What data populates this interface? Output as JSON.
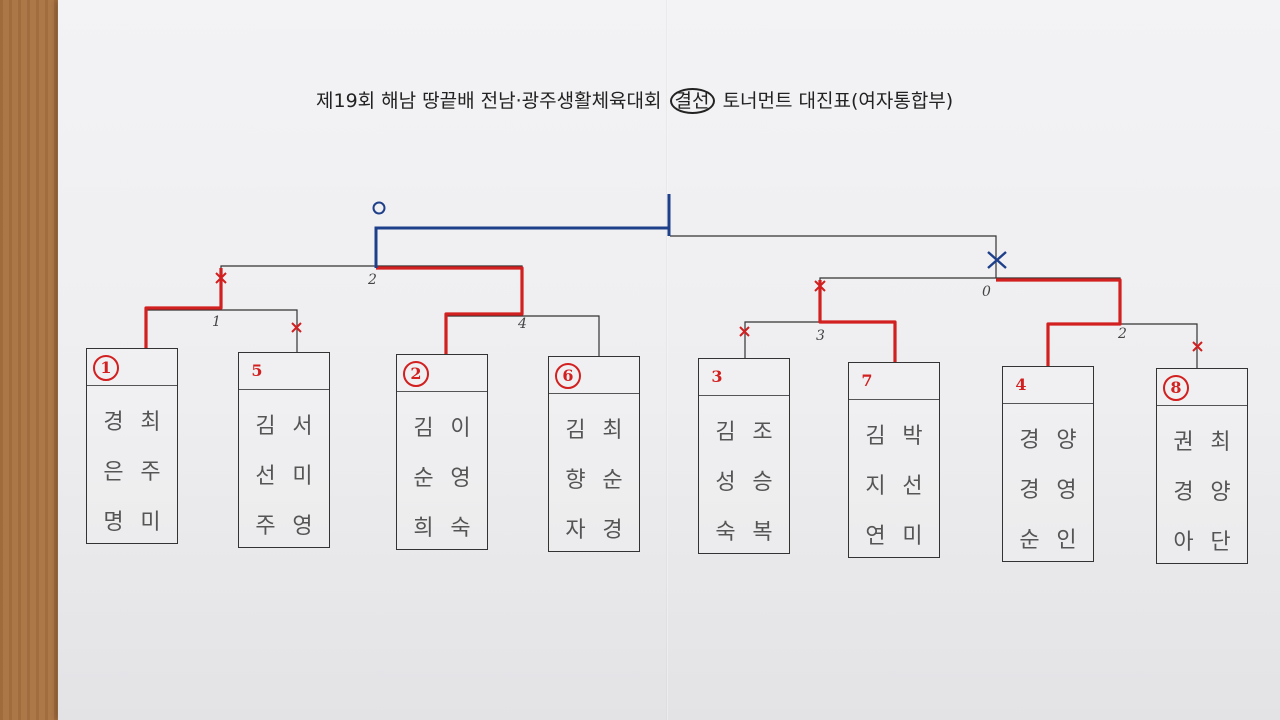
{
  "title": {
    "prefix": "제19회 해남 땅끝배 전남·광주생활체육대회",
    "circled": "결선",
    "suffix": "토너먼트 대진표(여자통합부)"
  },
  "colors": {
    "win_line": "#d21f1f",
    "final_line": "#1e3f8a",
    "pen": "#333333"
  },
  "marks": {
    "left_semi": "o",
    "right_semi": "x"
  },
  "match_labels": {
    "m1": "1",
    "m2": "4",
    "m3": "3",
    "m4": "2",
    "semi_left": "2",
    "semi_right": "0"
  },
  "teams": [
    {
      "seed": "1",
      "seed_circled": true,
      "names": [
        "경",
        "최",
        "은",
        "주",
        "명",
        "미"
      ]
    },
    {
      "seed": "5",
      "seed_circled": false,
      "names": [
        "김",
        "서",
        "선",
        "미",
        "주",
        "영"
      ]
    },
    {
      "seed": "2",
      "seed_circled": true,
      "names": [
        "김",
        "이",
        "순",
        "영",
        "희",
        "숙"
      ]
    },
    {
      "seed": "6",
      "seed_circled": true,
      "names": [
        "김",
        "최",
        "향",
        "순",
        "자",
        "경"
      ]
    },
    {
      "seed": "3",
      "seed_circled": false,
      "names": [
        "김",
        "조",
        "성",
        "승",
        "숙",
        "복"
      ]
    },
    {
      "seed": "7",
      "seed_circled": false,
      "names": [
        "김",
        "박",
        "지",
        "선",
        "연",
        "미"
      ]
    },
    {
      "seed": "4",
      "seed_circled": false,
      "names": [
        "경",
        "양",
        "경",
        "영",
        "순",
        "인"
      ]
    },
    {
      "seed": "8",
      "seed_circled": true,
      "names": [
        "권",
        "최",
        "경",
        "양",
        "아",
        "단"
      ]
    }
  ]
}
